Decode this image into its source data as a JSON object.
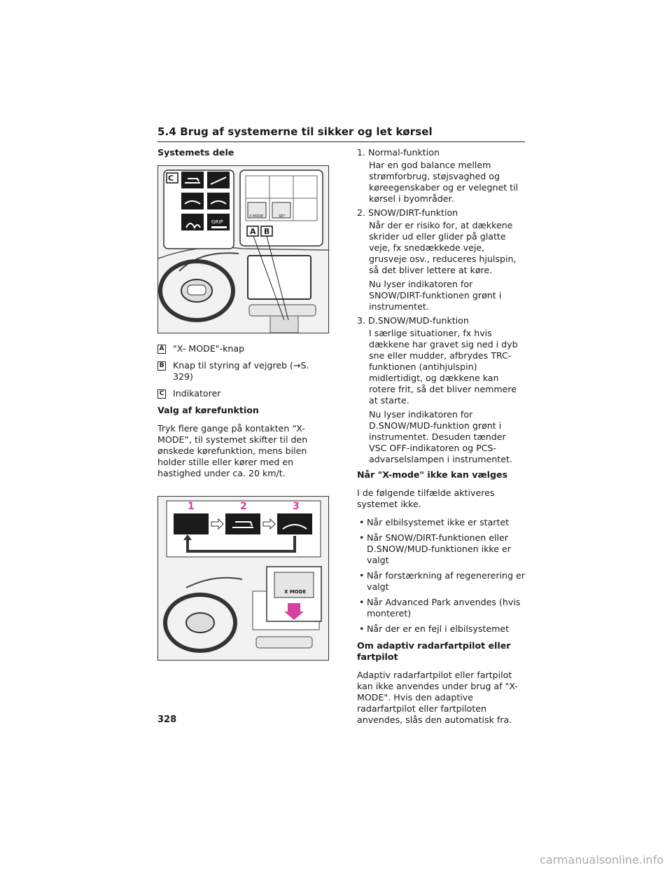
{
  "header": {
    "title": "5.4  Brug af systemerne til sikker og let kørsel"
  },
  "left": {
    "heading1": "Systemets dele",
    "figure1": {
      "labels": {
        "a": "A",
        "b": "B",
        "c": "C",
        "grip": "GRIP",
        "xmode": "X MODE",
        "set": "SET"
      }
    },
    "legend": [
      {
        "key": "A",
        "text": "\"X- MODE\"-knap"
      },
      {
        "key": "B",
        "text": "Knap til styring af vejgreb (→S. 329)"
      },
      {
        "key": "C",
        "text": "Indikatorer"
      }
    ],
    "heading2": "Valg af kørefunktion",
    "para1": "Tryk flere gange på kontakten “X-MODE”, til systemet skifter til den ønskede kørefunktion, mens bilen holder stille eller kører med en hastighed under ca. 20 km/t.",
    "figure2": {
      "labels": {
        "n1": "1",
        "n2": "2",
        "n3": "3",
        "xmode": "X MODE"
      }
    }
  },
  "right": {
    "items": [
      {
        "n": "1.",
        "title": "Normal-funktion",
        "body": [
          "Har en god balance mellem strømforbrug, støjsvaghed og køreegenskaber og er velegnet til kørsel i byområder."
        ]
      },
      {
        "n": "2.",
        "title": "SNOW/DIRT-funktion",
        "body": [
          "Når der er risiko for, at dækkene skrider ud eller glider på glatte veje, fx snedækkede veje, grusveje osv., reduceres hjulspin, så det bliver lettere at køre.",
          "Nu lyser indikatoren for SNOW/DIRT-funktionen grønt i instrumentet."
        ]
      },
      {
        "n": "3.",
        "title": "D.SNOW/MUD-funktion",
        "body": [
          "I særlige situationer, fx hvis dækkene har gravet sig ned i dyb sne eller mudder, afbrydes TRC-funktionen (antihjulspin) midlertidigt, og dækkene kan rotere frit, så det bliver nemmere at starte.",
          "Nu lyser indikatoren for D.SNOW/MUD-funktion grønt i instrumentet. Desuden tænder VSC OFF-indikatoren og PCS-advarselslampen i instrumentet."
        ]
      }
    ],
    "heading3": "Når \"X-mode\" ikke kan vælges",
    "para2": "I de følgende tilfælde aktiveres systemet ikke.",
    "bullets": [
      "Når elbilsystemet ikke er startet",
      "Når SNOW/DIRT-funktionen eller D.SNOW/MUD-funktionen ikke er valgt",
      "Når forstærkning af regenerering er valgt",
      "Når Advanced Park anvendes (hvis monteret)",
      "Når der er en fejl i elbilsystemet"
    ],
    "heading4": "Om adaptiv radarfartpilot eller fartpilot",
    "para3": "Adaptiv radarfartpilot eller fartpilot kan ikke anvendes under brug af \"X-MODE\". Hvis den adaptive radarfartpilot eller fartpiloten anvendes, slås den automatisk fra."
  },
  "page_number": "328",
  "watermark": "carmanualsonline.info",
  "colors": {
    "accent_pink": "#d6409f",
    "text": "#1a1a1a"
  }
}
